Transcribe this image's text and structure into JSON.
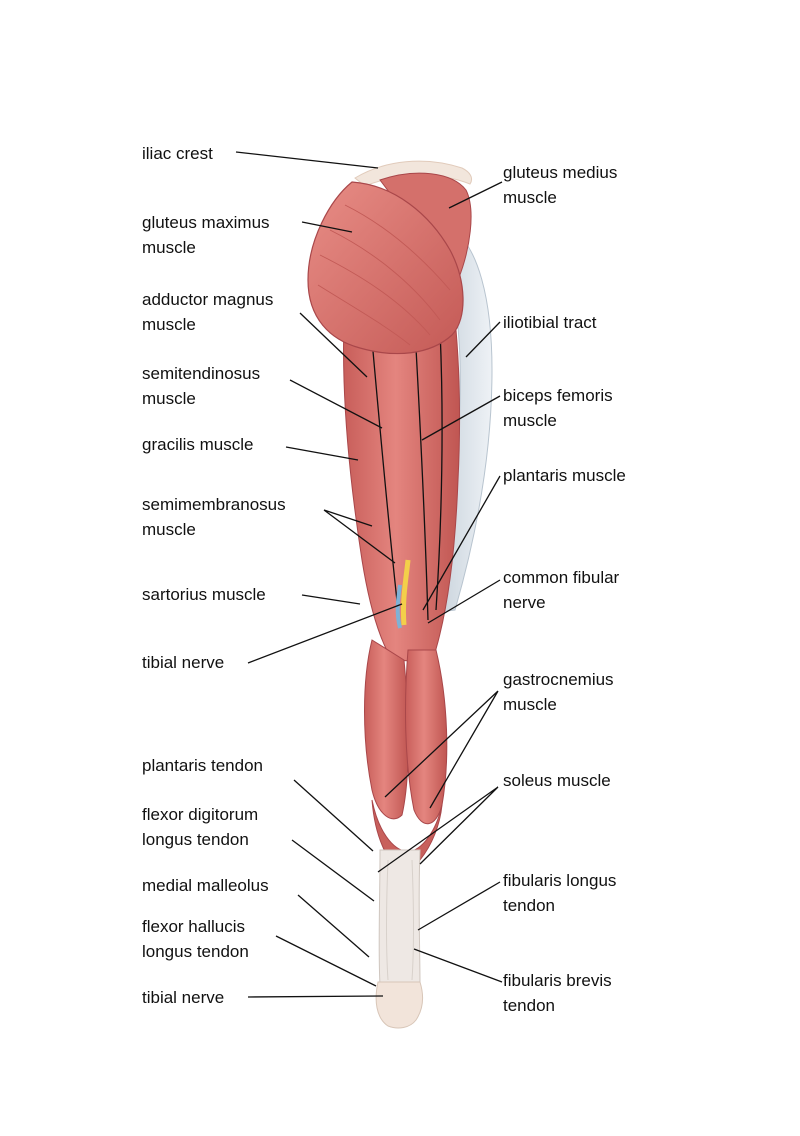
{
  "colors": {
    "background": "#ffffff",
    "muscle": "#d9736e",
    "muscle_dark": "#b84f4c",
    "muscle_light": "#ec9c96",
    "tendon": "#eee8e4",
    "fascia": "#d9e1e8",
    "nerve": "#f3cf4a",
    "vessel": "#7fb2d6",
    "leader": "#111111",
    "text": "#111111"
  },
  "labels": {
    "iliac_crest": "iliac crest",
    "gluteus_maximus": [
      "gluteus maximus",
      "muscle"
    ],
    "adductor_magnus": [
      "adductor magnus",
      "muscle"
    ],
    "semitendinosus": [
      "semitendinosus",
      "muscle"
    ],
    "gracilis": "gracilis muscle",
    "semimembranosus": [
      "semimembranosus",
      "muscle"
    ],
    "sartorius": "sartorius muscle",
    "tibial_nerve_upper": "tibial nerve",
    "plantaris_tendon": "plantaris tendon",
    "flexor_digitorum": [
      "flexor digitorum",
      "longus tendon"
    ],
    "medial_malleolus": "medial malleolus",
    "flexor_hallucis": [
      "flexor hallucis",
      "longus tendon"
    ],
    "tibial_nerve_lower": "tibial nerve",
    "gluteus_medius": [
      "gluteus medius",
      "muscle"
    ],
    "iliotibial_tract": "iliotibial tract",
    "biceps_femoris": [
      "biceps femoris",
      "muscle"
    ],
    "plantaris_muscle": "plantaris muscle",
    "common_fibular": [
      "common fibular",
      "nerve"
    ],
    "gastrocnemius": [
      "gastrocnemius",
      "muscle"
    ],
    "soleus": "soleus muscle",
    "fibularis_longus": [
      "fibularis longus",
      "tendon"
    ],
    "fibularis_brevis": [
      "fibularis brevis",
      "tendon"
    ]
  }
}
